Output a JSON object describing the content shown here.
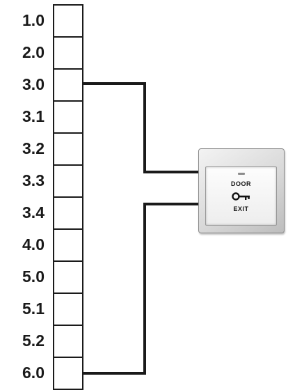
{
  "terminals": [
    {
      "label": "1.0"
    },
    {
      "label": "2.0"
    },
    {
      "label": "3.0"
    },
    {
      "label": "3.1"
    },
    {
      "label": "3.2"
    },
    {
      "label": "3.3"
    },
    {
      "label": "3.4"
    },
    {
      "label": "4.0"
    },
    {
      "label": "5.0"
    },
    {
      "label": "5.1"
    },
    {
      "label": "5.2"
    },
    {
      "label": "6.0"
    }
  ],
  "exit_switch": {
    "top_text": "DOOR",
    "bottom_text": "EXIT",
    "icon": "key-icon"
  },
  "connections": [
    {
      "from": "3.0",
      "to": "exit_switch"
    },
    {
      "from": "6.0",
      "to": "exit_switch"
    }
  ],
  "colors": {
    "wire": "#1a1a1a",
    "text": "#1a1a1a"
  }
}
